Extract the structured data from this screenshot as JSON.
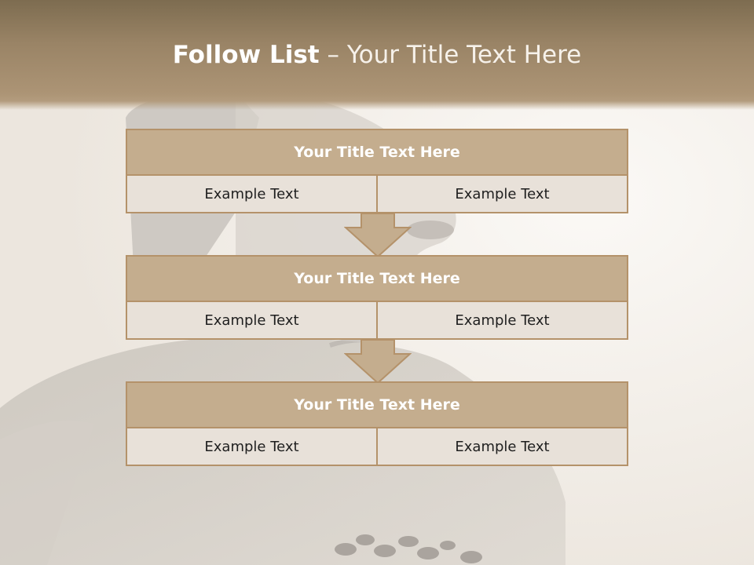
{
  "title": {
    "bold": "Follow List",
    "rest": " – Your Title Text Here"
  },
  "steps": [
    {
      "heading": "Your Title Text Here",
      "left": "Example Text",
      "right": "Example Text"
    },
    {
      "heading": "Your Title Text Here",
      "left": "Example Text",
      "right": "Example Text"
    },
    {
      "heading": "Your Title Text Here",
      "left": "Example Text",
      "right": "Example Text"
    }
  ],
  "colors": {
    "header_band": "#9a8466",
    "box_heading": "#c4ad8e",
    "box_border": "#b4926a",
    "box_cell": "#e8e1d9"
  }
}
